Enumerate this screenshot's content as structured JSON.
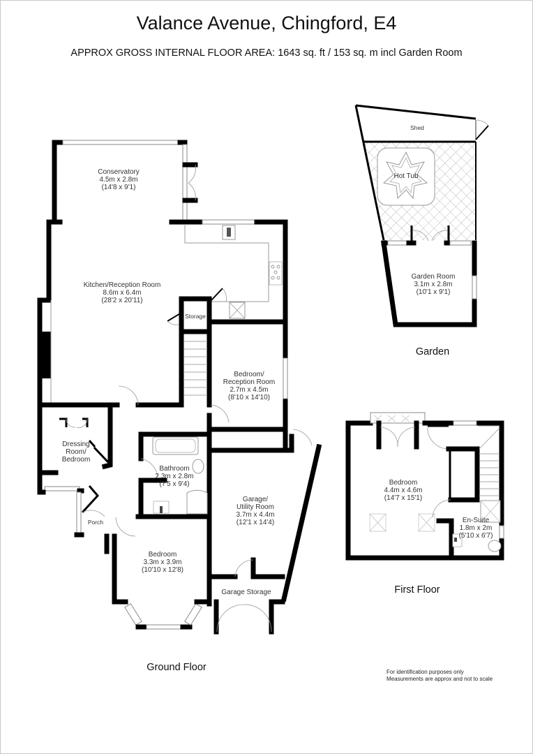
{
  "header": {
    "title": "Valance Avenue, Chingford, E4",
    "subtitle": "APPROX GROSS INTERNAL FLOOR AREA:  1643 sq. ft / 153 sq. m  incl Garden Room"
  },
  "ground_floor": {
    "label": "Ground Floor",
    "rooms": [
      {
        "name": "Conservatory",
        "metric": "4.5m x 2.8m",
        "imperial": "(14'8 x 9'1)"
      },
      {
        "name": "Kitchen/Reception Room",
        "metric": "8.6m x 6.4m",
        "imperial": "(28'2 x 20'11)"
      },
      {
        "name": "Storage"
      },
      {
        "name_line1": "Bedroom/",
        "name_line2": "Reception Room",
        "metric": "2.7m x 4.5m",
        "imperial": "(8'10 x 14'10)"
      },
      {
        "name_line1": "Dressing",
        "name_line2": "Room/",
        "name_line3": "Bedroom"
      },
      {
        "name": "Bathroom",
        "metric": "2.3m x 2.8m",
        "imperial": "(7'5 x 9'4)"
      },
      {
        "name_line1": "Garage/",
        "name_line2": "Utility Room",
        "metric": "3.7m x 4.4m",
        "imperial": "(12'1 x 14'4)"
      },
      {
        "name": "Porch"
      },
      {
        "name": "Bedroom",
        "metric": "3.3m x 3.9m",
        "imperial": "(10'10 x 12'8)"
      },
      {
        "name": "Garage Storage"
      }
    ]
  },
  "garden": {
    "label": "Garden",
    "rooms": [
      {
        "name": "Shed"
      },
      {
        "name": "Hot Tub"
      },
      {
        "name": "Garden Room",
        "metric": "3.1m x 2.8m",
        "imperial": "(10'1 x 9'1)"
      }
    ]
  },
  "first_floor": {
    "label": "First Floor",
    "rooms": [
      {
        "name": "Bedroom",
        "metric": "4.4m x 4.6m",
        "imperial": "(14'7 x 15'1)"
      },
      {
        "name": "En-Suite",
        "metric": "1.8m x 2m",
        "imperial": "(5'10 x 6'7)"
      }
    ]
  },
  "disclaimer": {
    "line1": "For identification purposes only",
    "line2": "Measurements are approx and not to scale"
  },
  "colors": {
    "wall": "#000000",
    "fixture": "#999999",
    "background": "#ffffff"
  }
}
